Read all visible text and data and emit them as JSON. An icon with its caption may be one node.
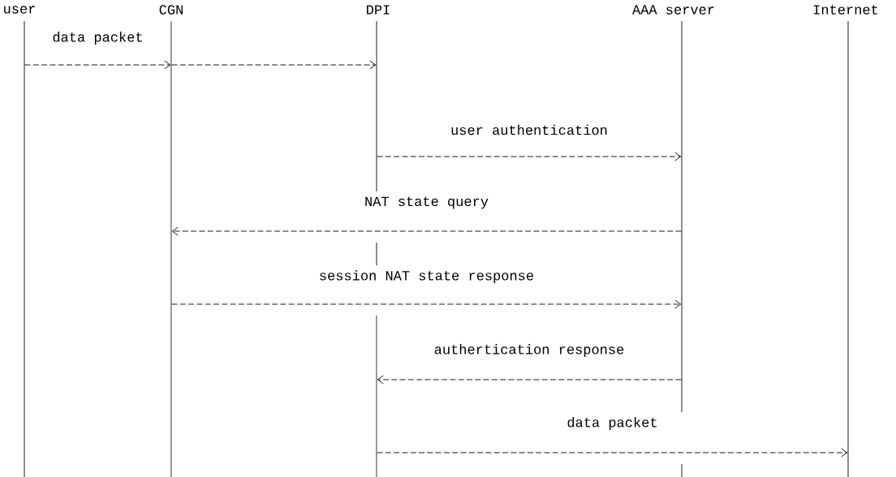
{
  "diagram": {
    "nodes": [
      {
        "text": [
          "user"
        ]
      },
      {
        "text": [
          "CGN"
        ]
      },
      {
        "text": [
          "DPI"
        ]
      },
      {
        "text": [
          "AAA server"
        ]
      },
      {
        "text": [
          "Internet"
        ]
      }
    ],
    "edges": [
      {
        "from": 0,
        "to": 1,
        "arrow": "to",
        "label": "data packet"
      },
      {
        "from": 1,
        "to": 2,
        "arrow": "to"
      },
      {
        "from": 2,
        "to": 3,
        "arrow": "to",
        "label": "user authentication"
      },
      {
        "from": 3,
        "to": 1,
        "arrow": "to",
        "label": "NAT state query"
      },
      {
        "from": 1,
        "to": 3,
        "arrow": "to",
        "label": "session NAT state response"
      },
      {
        "from": 3,
        "to": 2,
        "arrow": "to",
        "label": "authertication response"
      },
      {
        "from": 2,
        "to": 4,
        "arrow": "to",
        "label": "data packet"
      }
    ]
  }
}
